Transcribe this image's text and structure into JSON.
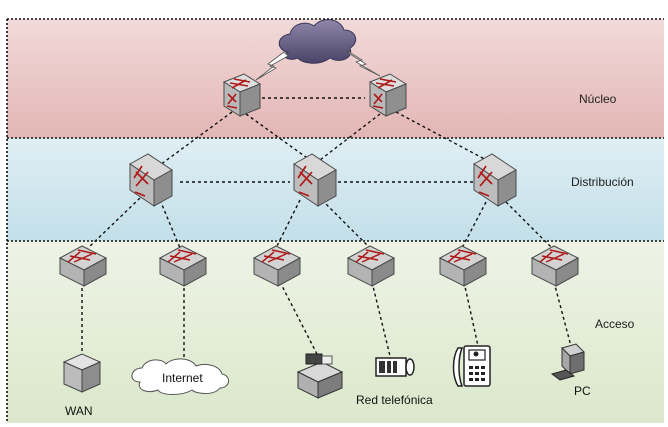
{
  "layers": {
    "core": {
      "label": "Núcleo"
    },
    "distribution": {
      "label": "Distribución"
    },
    "access": {
      "label": "Acceso"
    }
  },
  "endpoints": {
    "wan": {
      "label": "WAN"
    },
    "internet": {
      "label": "Internet"
    },
    "phone_network": {
      "label": "Red telefónica"
    },
    "pc": {
      "label": "PC"
    }
  },
  "colors": {
    "core_band": "#e9c4c4",
    "distribution_band": "#cde4ec",
    "access_band": "#e2ecd5",
    "switch_body": "#c8c8c8",
    "arrow": "#b01818"
  }
}
